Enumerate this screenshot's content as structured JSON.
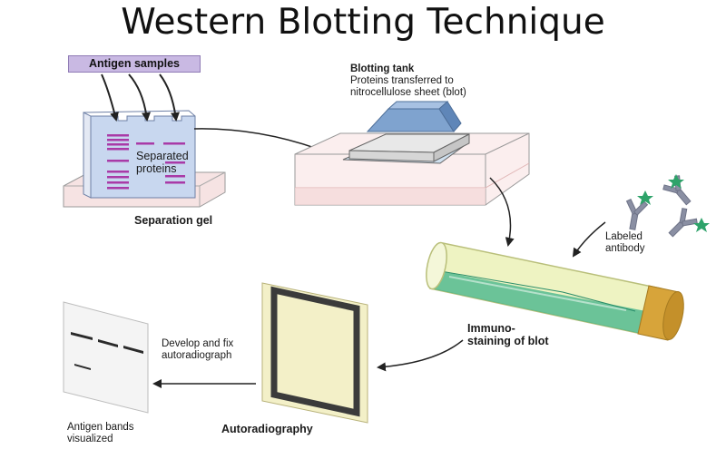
{
  "title": "Western Blotting Technique",
  "labels": {
    "antigen_samples": "Antigen samples",
    "separated_proteins_1": "Separated",
    "separated_proteins_2": "proteins",
    "separation_gel": "Separation gel",
    "blotting_tank": "Blotting tank",
    "blotting_desc_1": "Proteins transferred to",
    "blotting_desc_2": "nitrocellulose sheet (blot)",
    "labeled_antibody_1": "Labeled",
    "labeled_antibody_2": "antibody",
    "immuno_1": "Immuno-",
    "immuno_2": "staining of blot",
    "develop_1": "Develop and fix",
    "develop_2": "autoradiograph",
    "autoradiography": "Autoradiography",
    "bands_1": "Antigen bands",
    "bands_2": "visualized"
  },
  "colors": {
    "gel": "#c8d7ef",
    "gel_band": "#a93aa7",
    "tray": "#f6e3e3",
    "tank_block": "#7fa3cf",
    "tube_body": "#e9efb0",
    "tube_liquid": "#3fb38a",
    "tube_cap": "#d7a43a",
    "antibody": "#8a8fa3",
    "antibody_tag": "#2ea36a",
    "film_frame": "#f3f0c8",
    "film_inner": "#3b3b3b",
    "arrow": "#222222"
  }
}
